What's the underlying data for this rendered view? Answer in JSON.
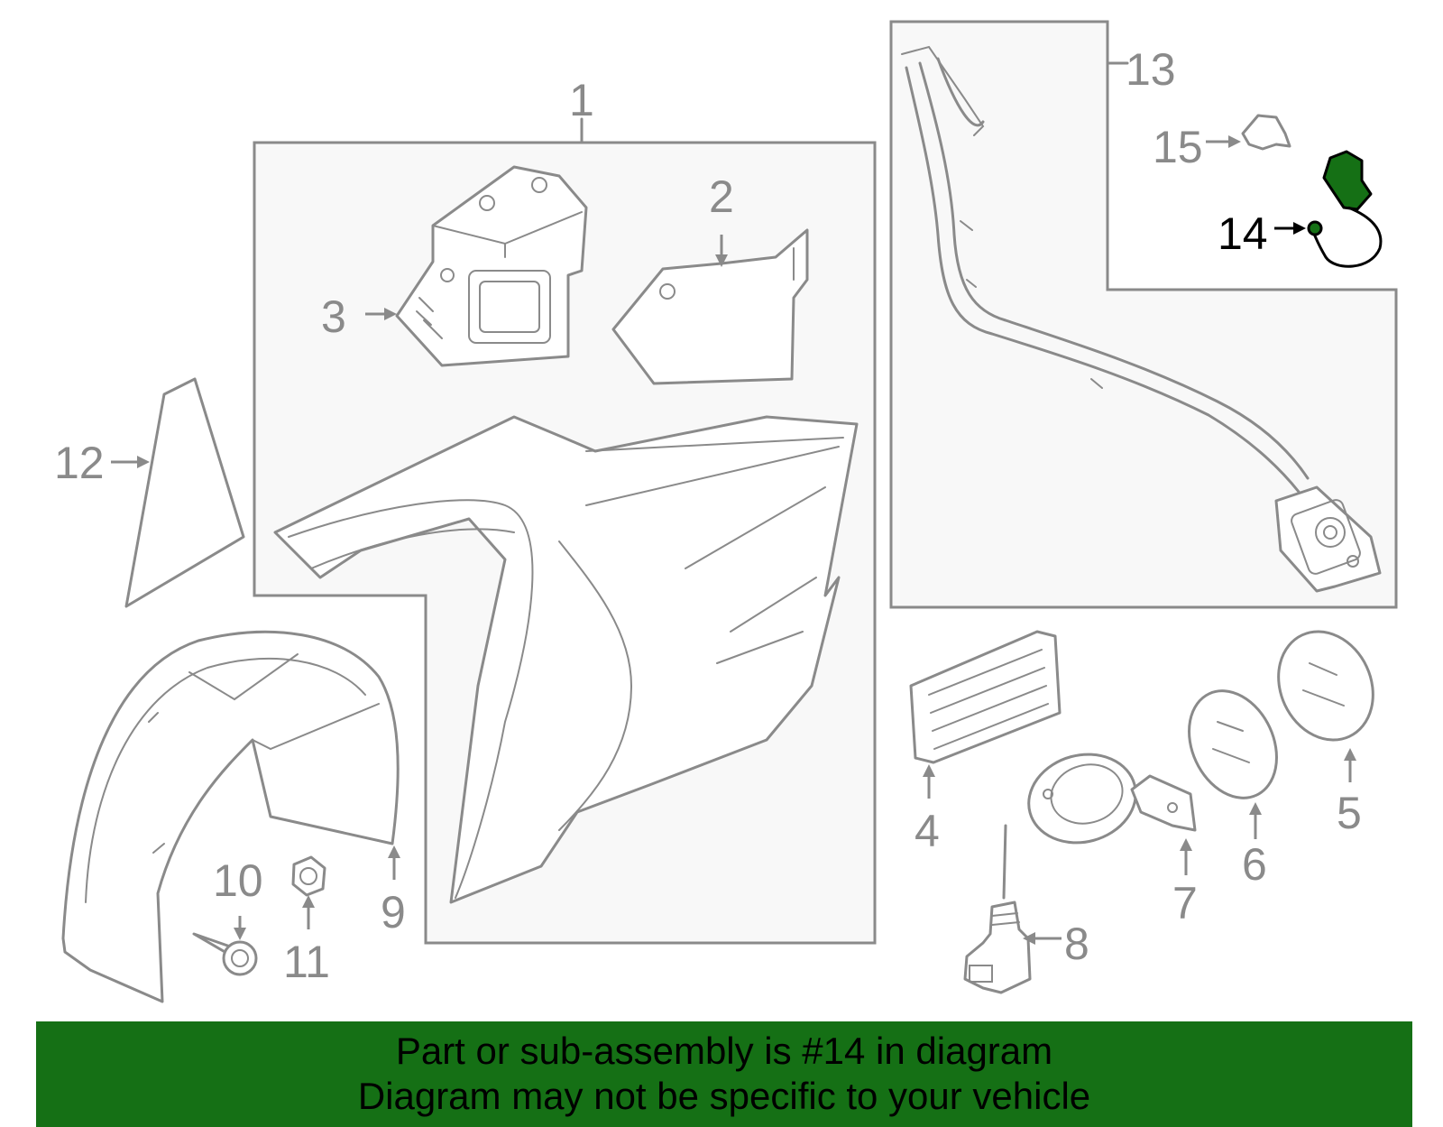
{
  "diagram": {
    "callouts": [
      "1",
      "2",
      "3",
      "4",
      "5",
      "6",
      "7",
      "8",
      "9",
      "10",
      "11",
      "12",
      "13",
      "14",
      "15"
    ],
    "highlighted": "14",
    "highlight_color": "#157015"
  },
  "banner": {
    "line1": "Part or sub-assembly is #14 in diagram",
    "line2": "Diagram may not be specific to your vehicle",
    "background": "#157015"
  }
}
